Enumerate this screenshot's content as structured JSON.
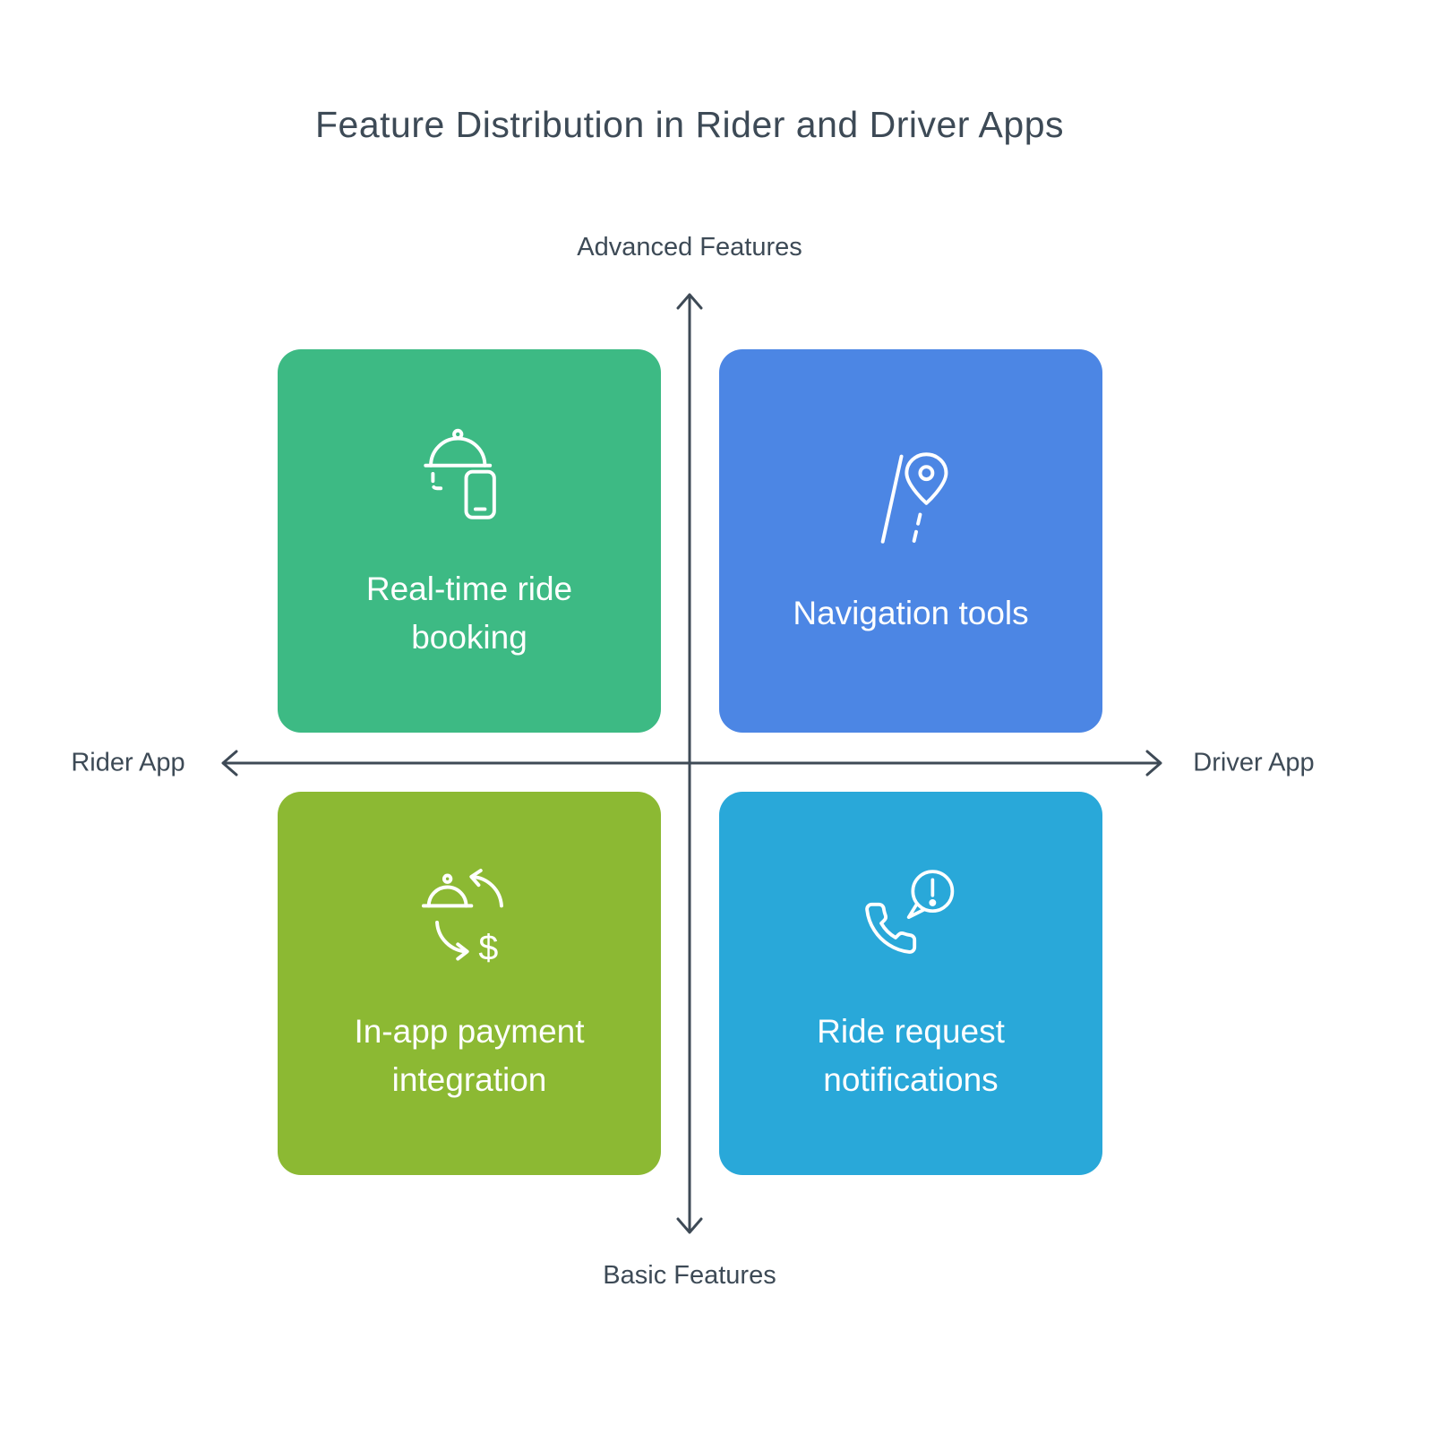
{
  "title": "Feature Distribution in Rider and Driver Apps",
  "axes": {
    "top_label": "Advanced Features",
    "bottom_label": "Basic Features",
    "left_label": "Rider App",
    "right_label": "Driver App"
  },
  "quadrants": {
    "top_left": {
      "label": "Real-time ride booking",
      "color": "#3dba84",
      "icon": "ride-booking-cloche-phone-icon"
    },
    "top_right": {
      "label": "Navigation tools",
      "color": "#4c86e4",
      "icon": "road-location-pin-icon"
    },
    "bottom_left": {
      "label": "In-app payment integration",
      "color": "#8cb933",
      "icon": "payment-exchange-icon",
      "currency_symbol": "$"
    },
    "bottom_right": {
      "label": "Ride request notifications",
      "color": "#29a8d9",
      "icon": "phone-alert-icon"
    }
  },
  "colors": {
    "title_text": "#3d4a56",
    "axis": "#3e4a56",
    "card_text": "#ffffff",
    "background": "#ffffff"
  }
}
